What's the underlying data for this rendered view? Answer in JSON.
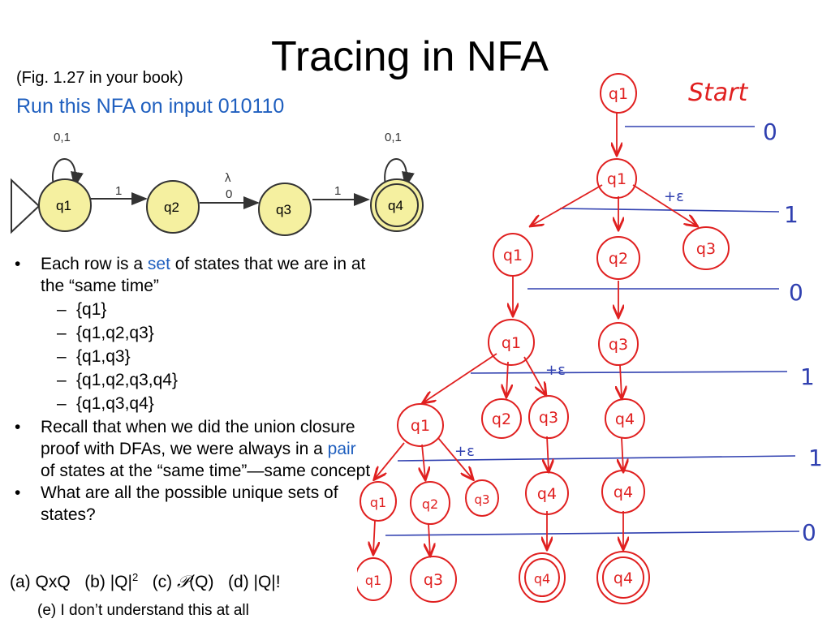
{
  "slide": {
    "title": "Tracing in NFA",
    "fig_ref": "(Fig. 1.27 in your book)",
    "run_line": "Run this NFA on input 010110"
  },
  "nfa": {
    "states": [
      "q1",
      "q2",
      "q3",
      "q4"
    ],
    "loop_labels": [
      "0,1",
      "0,1"
    ],
    "edge_labels": [
      "1",
      "λ",
      "0",
      "1"
    ],
    "accept_state": "q4",
    "state_fill": "#f5f0a0"
  },
  "bullets": [
    {
      "pre": "Each row is a ",
      "hl": "set",
      "post": " of states that we are in at the “same time”"
    },
    {
      "pre": "Recall that when we did the union closure proof with DFAs, we were always in a ",
      "hl": "pair",
      "post": " of states at the “same time”—same concept"
    },
    {
      "pre": "What are all the possible unique sets of states?",
      "hl": "",
      "post": ""
    }
  ],
  "sets": [
    "{q1}",
    "{q1,q2,q3}",
    "{q1,q3}",
    "{q1,q2,q3,q4}",
    "{q1,q3,q4}"
  ],
  "answers": {
    "a": "(a) QxQ",
    "b_pre": "(b) |Q|",
    "b_sup": "2",
    "c_pre": "(c) ",
    "c_sym": "𝒫",
    "c_post": "(Q)",
    "d": "(d) |Q|!",
    "e": "(e) I don’t understand this at all"
  },
  "trace": {
    "start_label": "Start",
    "inputs": [
      "0",
      "1",
      "0",
      "1",
      "1",
      "0"
    ],
    "eps_label": "+ε",
    "rows": [
      [
        "q1"
      ],
      [
        "q1"
      ],
      [
        "q1",
        "q2",
        "q3"
      ],
      [
        "q1",
        "q3"
      ],
      [
        "q1",
        "q2",
        "q3",
        "q4"
      ],
      [
        "q1",
        "q2",
        "q3",
        "q4",
        "q4"
      ],
      [
        "q1",
        "q3",
        "q4",
        "q4"
      ]
    ],
    "ink_red": "#e02020",
    "ink_blue": "#3040b0"
  }
}
